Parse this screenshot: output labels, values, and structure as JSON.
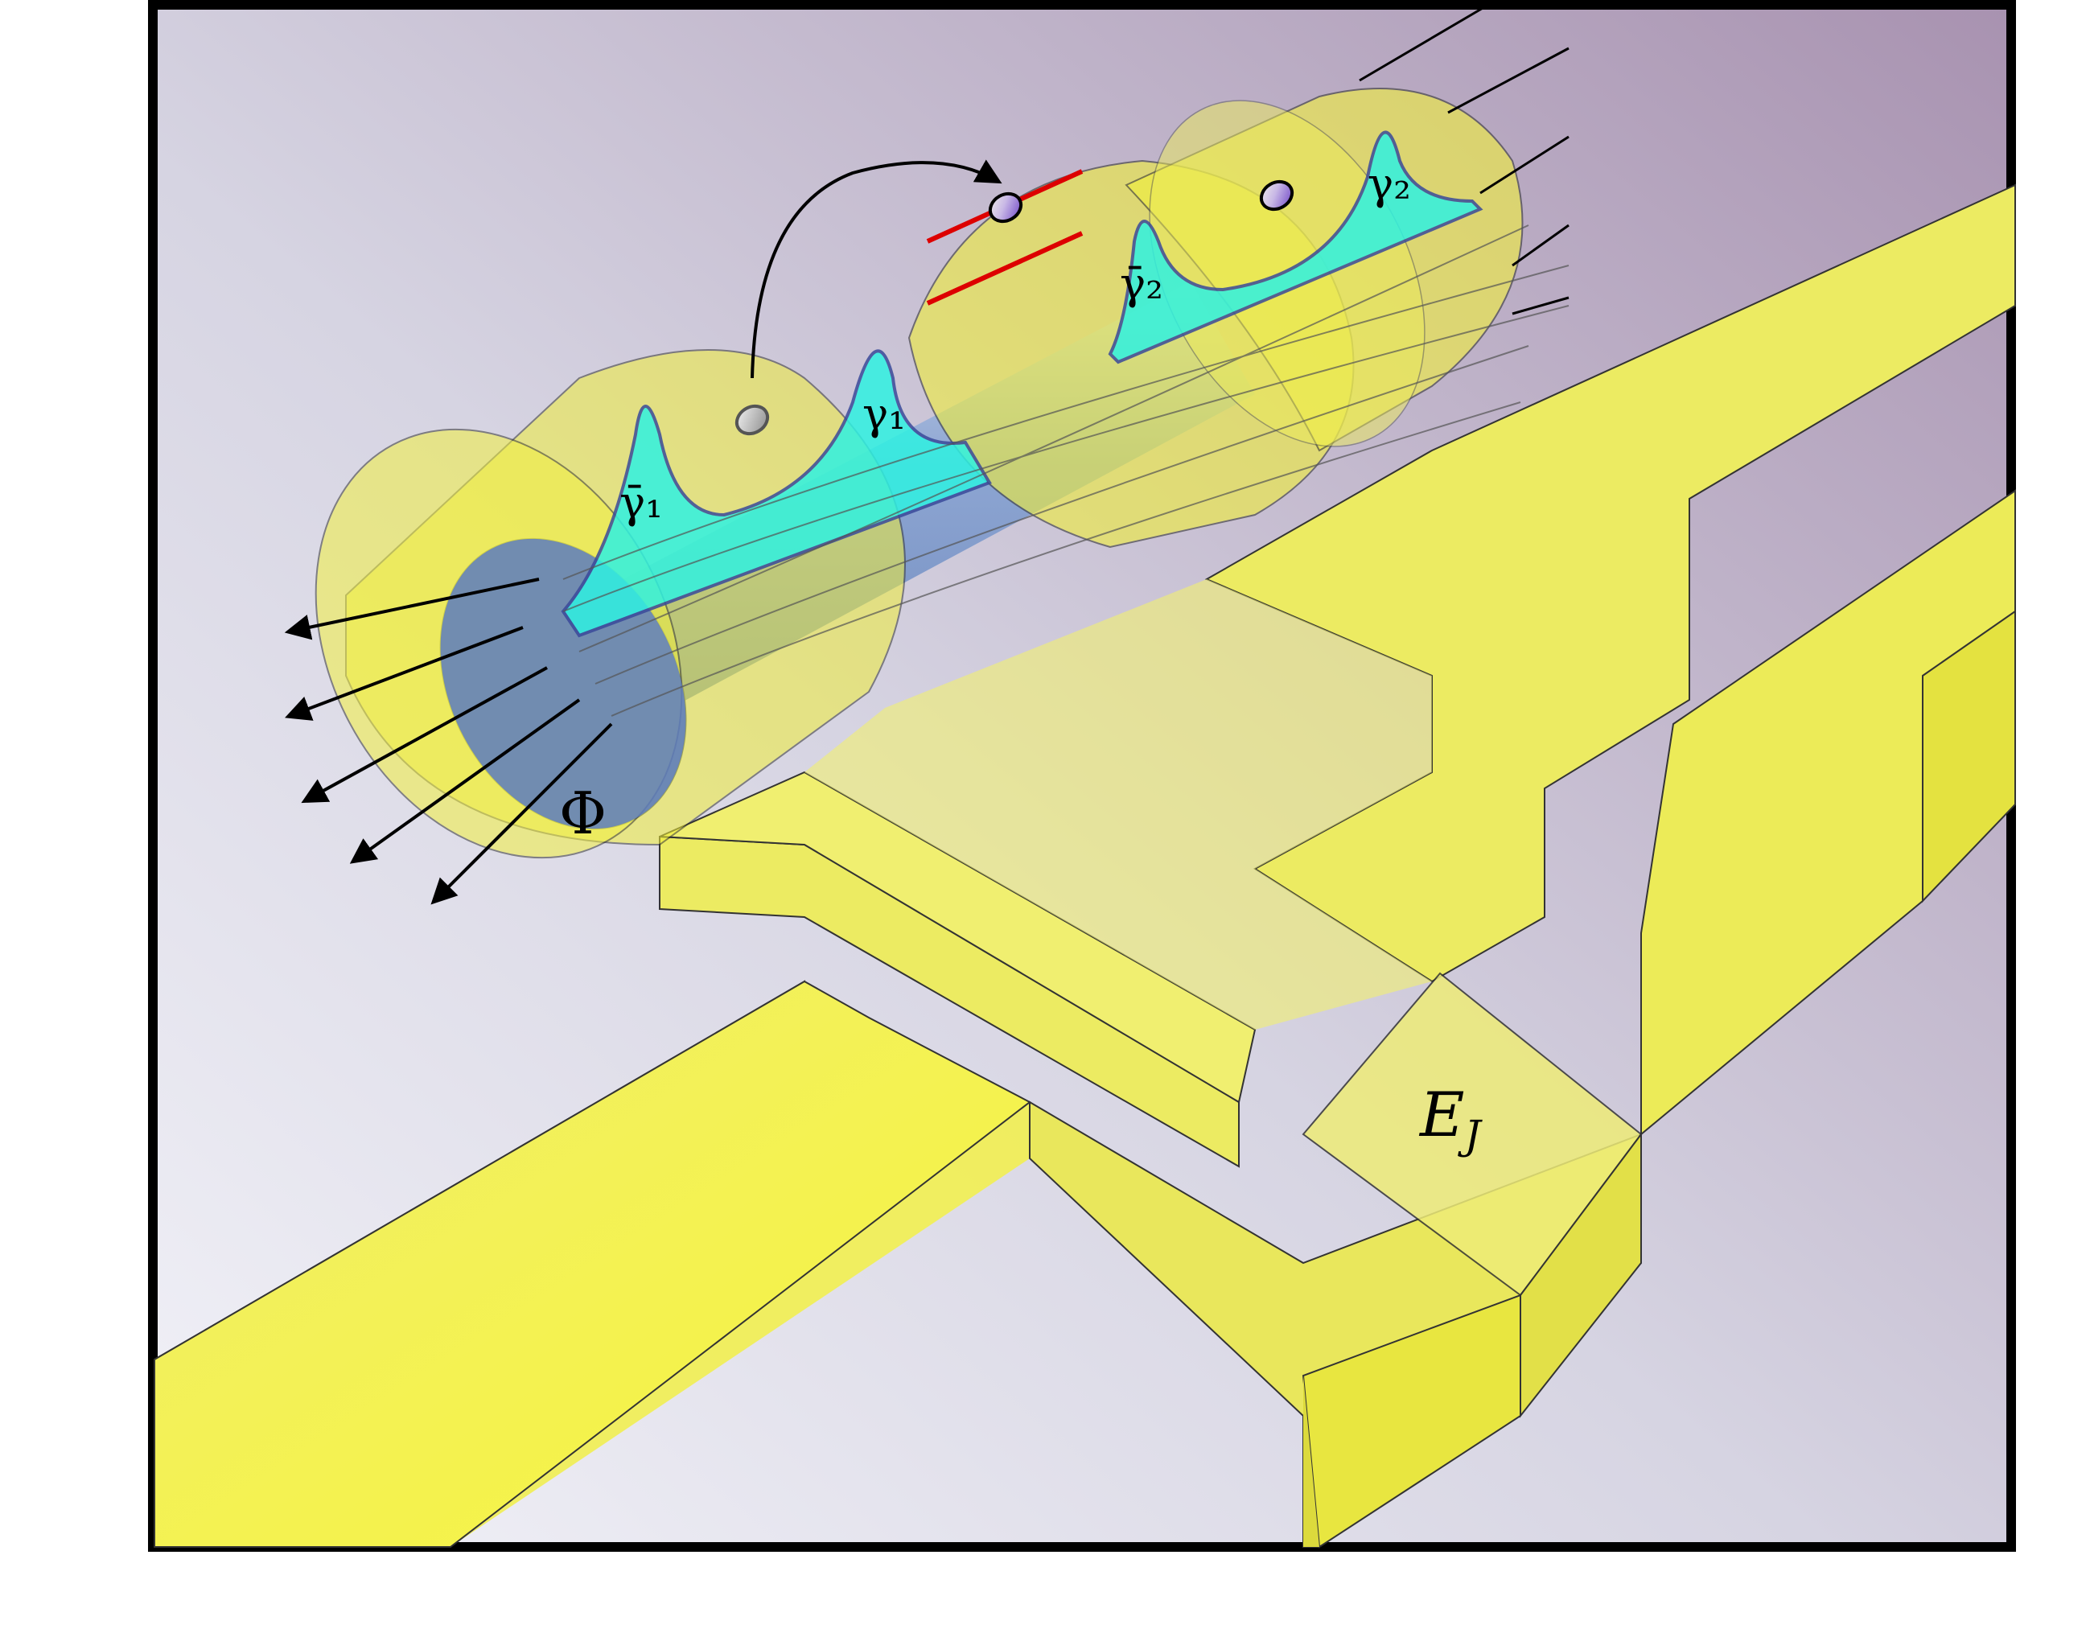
{
  "figure": {
    "type": "physics-schematic",
    "description_visible": "Superconducting loop with Josephson junction and cylindrical topological nanowire segments hosting Majorana modes",
    "colors": {
      "background_left": "#e6e6f0",
      "background_right": "#aa96b1",
      "frame": "#000000",
      "superconductor_yellow": "#f4f23a",
      "superconductor_yellow_shadow": "#e8e860",
      "wire_blue": "#7f9ccc",
      "majorana_cyan": "#2ff5e0",
      "energy_level_red": "#dd0000",
      "quasiparticle_grey": "#c8c8c8",
      "quasiparticle_purple": "#7a4fcf"
    }
  },
  "labels": {
    "gamma1_bar": "γ̄₁",
    "gamma1": "γ₁",
    "gamma2_bar": "γ̄₂",
    "gamma2": "γ₂",
    "phi": "Φ",
    "ej_main": "E",
    "ej_sub": "J"
  },
  "elements": {
    "flux_arrows_count": 5,
    "flux_lines_right_count": 5,
    "energy_levels_count": 2,
    "quasiparticles": [
      "grey",
      "purple",
      "purple"
    ]
  }
}
